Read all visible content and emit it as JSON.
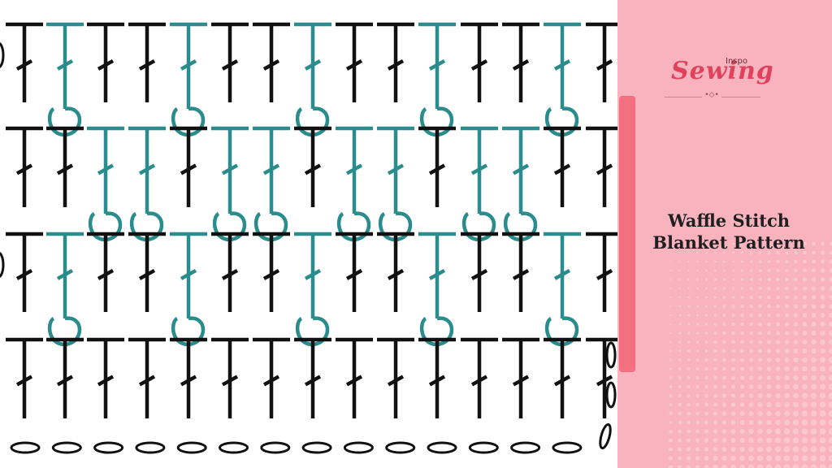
{
  "branding": {
    "brand_word": "Sewing",
    "brand_tag": "Inspo",
    "ornament": "•◇•"
  },
  "article": {
    "title_line1": "Waffle Stitch",
    "title_line2": "Blanket Pattern"
  },
  "colors": {
    "stitch_black": "#111111",
    "stitch_teal": "#2a8c8c",
    "panel_pink": "#f9b3be",
    "accent_bar": "#f2707f",
    "brand_red": "#e0415b"
  },
  "diagram": {
    "type": "crochet-stitch-chart",
    "stitch_symbols": [
      "double-crochet",
      "front-post-double-crochet",
      "chain"
    ],
    "row_count": 4,
    "foundation_chain_count": 14
  }
}
